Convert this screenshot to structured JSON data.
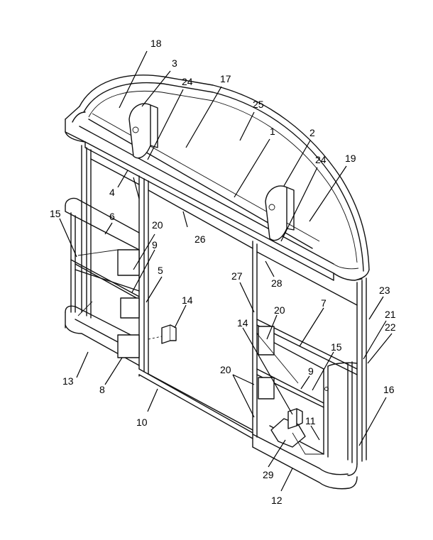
{
  "diagram": {
    "callouts": [
      {
        "id": "c18",
        "label": "18"
      },
      {
        "id": "c3",
        "label": "3"
      },
      {
        "id": "c24a",
        "label": "24"
      },
      {
        "id": "c17",
        "label": "17"
      },
      {
        "id": "c25",
        "label": "25"
      },
      {
        "id": "c1",
        "label": "1"
      },
      {
        "id": "c2",
        "label": "2"
      },
      {
        "id": "c24b",
        "label": "24"
      },
      {
        "id": "c19",
        "label": "19"
      },
      {
        "id": "c4",
        "label": "4"
      },
      {
        "id": "c15a",
        "label": "15"
      },
      {
        "id": "c6",
        "label": "6"
      },
      {
        "id": "c20a",
        "label": "20"
      },
      {
        "id": "c26",
        "label": "26"
      },
      {
        "id": "c9a",
        "label": "9"
      },
      {
        "id": "c5",
        "label": "5"
      },
      {
        "id": "c28",
        "label": "28"
      },
      {
        "id": "c27",
        "label": "27"
      },
      {
        "id": "c23",
        "label": "23"
      },
      {
        "id": "c14a",
        "label": "14"
      },
      {
        "id": "c20b",
        "label": "20"
      },
      {
        "id": "c7",
        "label": "7"
      },
      {
        "id": "c21",
        "label": "21"
      },
      {
        "id": "c22",
        "label": "22"
      },
      {
        "id": "c14b",
        "label": "14"
      },
      {
        "id": "c15b",
        "label": "15"
      },
      {
        "id": "c13",
        "label": "13"
      },
      {
        "id": "c8",
        "label": "8"
      },
      {
        "id": "c20c",
        "label": "20"
      },
      {
        "id": "c9b",
        "label": "9"
      },
      {
        "id": "c16",
        "label": "16"
      },
      {
        "id": "c10",
        "label": "10"
      },
      {
        "id": "c11",
        "label": "11"
      },
      {
        "id": "c29",
        "label": "29"
      },
      {
        "id": "c12",
        "label": "12"
      }
    ]
  }
}
